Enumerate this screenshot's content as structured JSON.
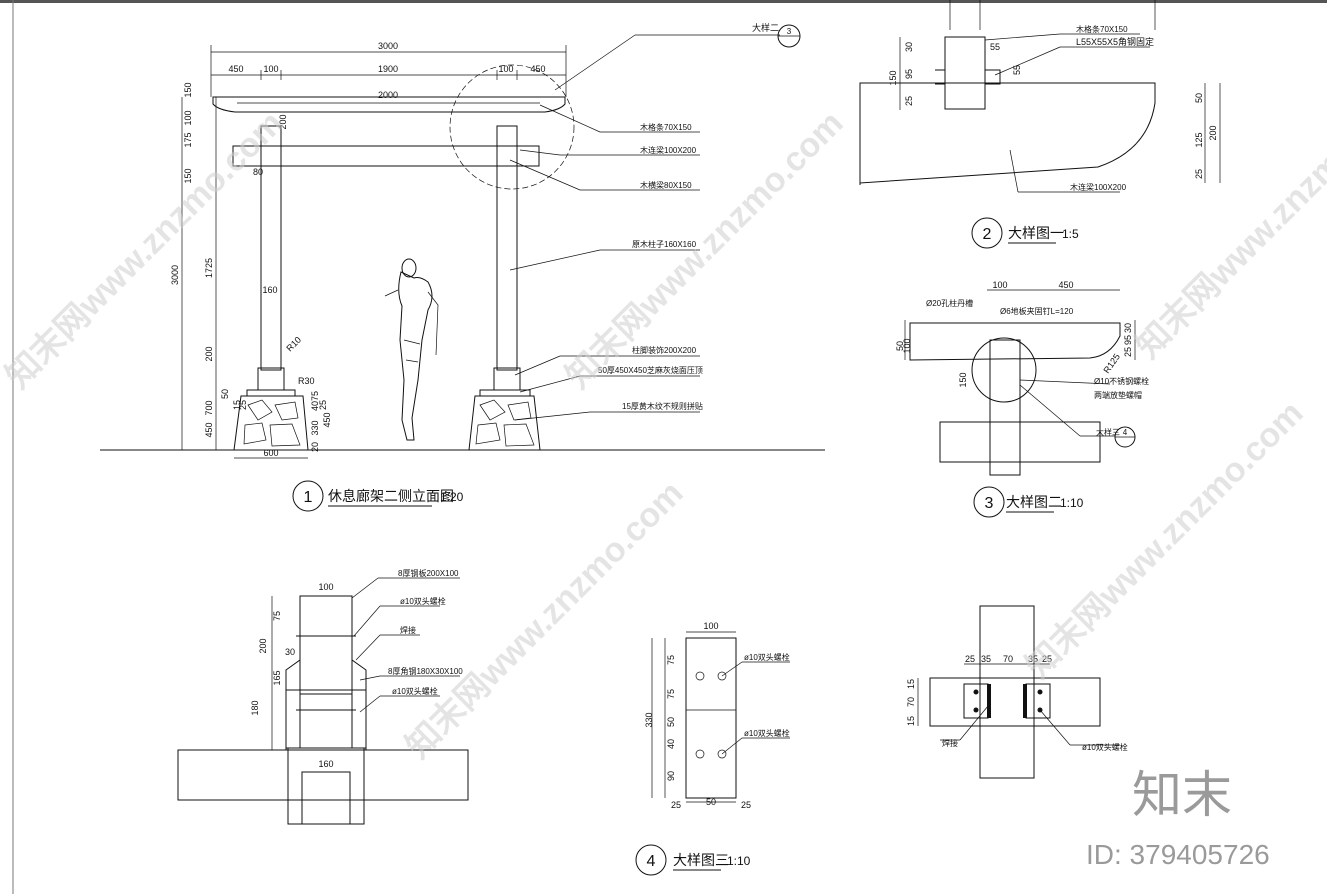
{
  "drawing1": {
    "title": "休息廊架二侧立面图",
    "scale": "1:20",
    "number": "1",
    "dims_top": [
      "3000",
      "450",
      "100",
      "1900",
      "100",
      "450",
      "2000"
    ],
    "dims_left": [
      "150",
      "175",
      "100",
      "150",
      "1725",
      "3000",
      "200",
      "700",
      "450",
      "50"
    ],
    "dims_misc": [
      "200",
      "80",
      "160",
      "R10",
      "R30",
      "75",
      "25",
      "600",
      "330",
      "450",
      "20",
      "40",
      "15",
      "25"
    ],
    "callouts": [
      "木格条70X150",
      "木连梁100X200",
      "木横梁80X150",
      "原木柱子160X160",
      "柱脚装饰200X200",
      "50厚450X450芝麻灰烧面压顶",
      "15厚黄木纹不规则拼贴"
    ],
    "detail_ref": {
      "label": "大样二",
      "num": "3"
    }
  },
  "drawing2": {
    "title": "大样图一",
    "scale": "1:5",
    "number": "2",
    "dims": [
      "30",
      "95",
      "150",
      "25",
      "55",
      "55",
      "50",
      "125",
      "200",
      "25"
    ],
    "callouts": [
      "木格条70X150",
      "L55X55X5角钢固定",
      "木连梁100X200"
    ]
  },
  "drawing3": {
    "title": "大样图二",
    "scale": "1:10",
    "number": "3",
    "dims": [
      "100",
      "450",
      "100",
      "50",
      "150",
      "25",
      "95",
      "30",
      "R125"
    ],
    "callouts": [
      "Ø20孔柱丹槽",
      "Ø6地板夹固钉L=120",
      "Ø10不锈钢螺栓",
      "两端放垫螺帽"
    ],
    "detail_ref": {
      "label": "大样三",
      "num": "4"
    }
  },
  "drawing4": {
    "title": "大样图三",
    "scale": "1:10",
    "number": "4",
    "callouts_left": [
      "8厚钢板200X100",
      "ø10双头螺栓",
      "焊接",
      "8厚角钢180X30X100",
      "ø10双头螺栓"
    ],
    "dims_left": [
      "100",
      "75",
      "200",
      "30",
      "165",
      "180",
      "160"
    ],
    "dims_mid": [
      "100",
      "75",
      "75",
      "330",
      "50",
      "40",
      "90",
      "25",
      "50",
      "25"
    ],
    "callouts_mid": [
      "ø10双头螺栓",
      "ø10双头螺栓"
    ],
    "dims_right": [
      "25",
      "35",
      "70",
      "35",
      "25",
      "15",
      "70",
      "15"
    ],
    "callouts_right": [
      "焊接",
      "ø10双头螺栓"
    ]
  },
  "watermark": {
    "text": "知末网www.znzmo.com",
    "brand": "知末",
    "id": "ID: 379405726"
  }
}
